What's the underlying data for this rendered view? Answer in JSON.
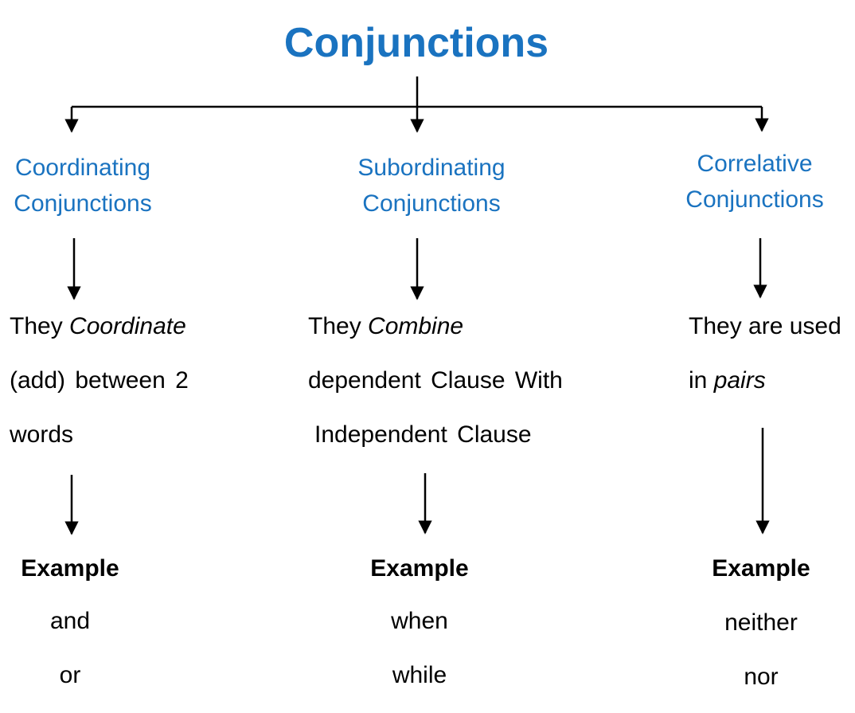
{
  "title": "Conjunctions",
  "colors": {
    "accent": "#1A73C0",
    "text": "#000000",
    "lines": "#000000"
  },
  "columns": [
    {
      "category": [
        "Coordinating",
        "Conjunctions"
      ],
      "description": {
        "line1_plain": "They ",
        "line1_italic": "Coordinate",
        "line2": "(add) between 2",
        "line3": "words"
      },
      "example_heading": "Example",
      "examples": [
        "and",
        "or"
      ]
    },
    {
      "category": [
        "Subordinating",
        "Conjunctions"
      ],
      "description": {
        "line1_plain": "They ",
        "line1_italic": "Combine",
        "line2": "dependent Clause With",
        "line3": "Independent Clause"
      },
      "example_heading": "Example",
      "examples": [
        "when",
        "while"
      ]
    },
    {
      "category": [
        "Correlative",
        "Conjunctions"
      ],
      "description": {
        "line1_plain": "They are used",
        "line2_plain": "in ",
        "line2_italic": "pairs"
      },
      "example_heading": "Example",
      "examples": [
        "neither",
        "nor"
      ]
    }
  ]
}
